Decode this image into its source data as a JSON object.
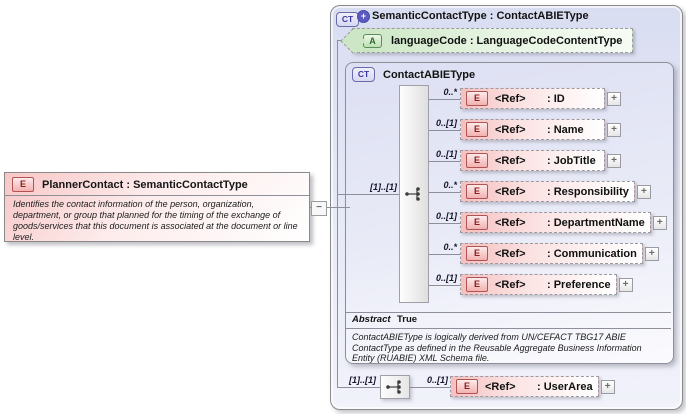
{
  "icons": {
    "element": "E",
    "attribute": "A",
    "complex_type": "CT",
    "plus": "+",
    "expand": "+",
    "collapse": "−"
  },
  "planner_contact": {
    "title": "PlannerContact : SemanticContactType",
    "description": "Identifies the contact information of the person, organization, department, or group that planned for the timing of the exchange of goods/services that this document is associated at the document or line level."
  },
  "outer": {
    "title": "SemanticContactType : ContactABIEType"
  },
  "attribute": {
    "label": "languageCode : LanguageCodeContentType"
  },
  "inner": {
    "title": "ContactABIEType",
    "sequence_occurs": "[1]..[1]",
    "elements": [
      {
        "occurs": "0..*",
        "name": "<Ref>",
        "type": ": ID"
      },
      {
        "occurs": "0..[1]",
        "name": "<Ref>",
        "type": ": Name"
      },
      {
        "occurs": "0..[1]",
        "name": "<Ref>",
        "type": ": JobTitle"
      },
      {
        "occurs": "0..*",
        "name": "<Ref>",
        "type": ": Responsibility"
      },
      {
        "occurs": "0..[1]",
        "name": "<Ref>",
        "type": ": DepartmentName"
      },
      {
        "occurs": "0..*",
        "name": "<Ref>",
        "type": ": Communication"
      },
      {
        "occurs": "0..[1]",
        "name": "<Ref>",
        "type": ": Preference"
      }
    ],
    "abstract_label": "Abstract",
    "abstract_value": "True",
    "annotation": "ContactABIEType is logically derived from UN/CEFACT TBG17 ABIE ContactType as defined in the Reusable Aggregate Business Information Entity (RUABIE) XML Schema file."
  },
  "extension": {
    "sequence_occurs": "[1]..[1]",
    "element": {
      "occurs": "0..[1]",
      "name": "<Ref>",
      "type": ": UserArea"
    }
  },
  "colors": {
    "element_accent": "#f5b8b8",
    "attribute_accent": "#cde7c6",
    "complex_type_accent": "#dde0f3",
    "border_grey": "#8a8a8a",
    "connector": "#8f8f9a"
  }
}
